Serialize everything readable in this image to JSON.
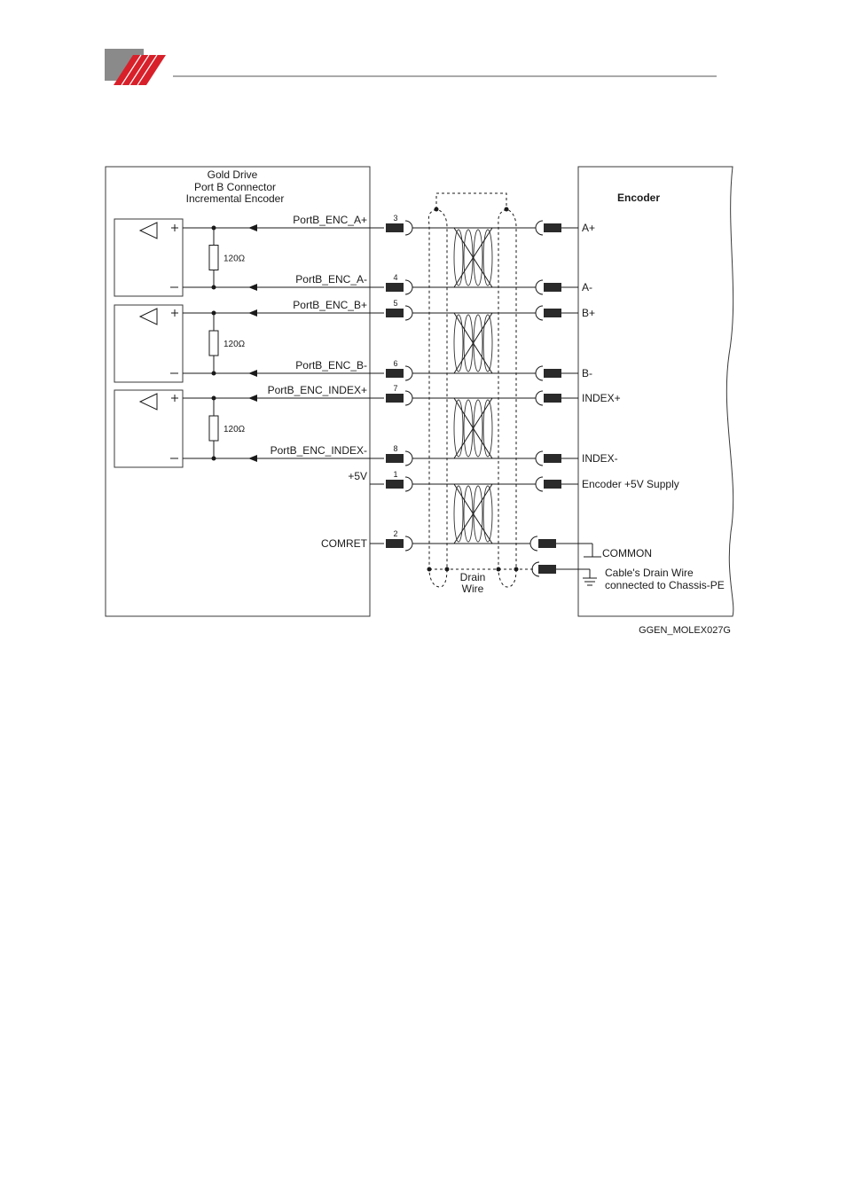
{
  "colors": {
    "logo_red": "#d8202a",
    "logo_gray": "#8a8a8a",
    "line": "#1a1a1a",
    "plug": "#2a2a2a"
  },
  "drive": {
    "title_lines": [
      "Gold Drive",
      "Port B Connector",
      "Incremental Encoder"
    ]
  },
  "encoder": {
    "title": "Encoder"
  },
  "channels": [
    {
      "resistor": "120Ω",
      "pos": {
        "signal": "PortB_ENC_A+",
        "pin": "3",
        "encoder_label": "A+"
      },
      "neg": {
        "signal": "PortB_ENC_A-",
        "pin": "4",
        "encoder_label": "A-"
      }
    },
    {
      "resistor": "120Ω",
      "pos": {
        "signal": "PortB_ENC_B+",
        "pin": "5",
        "encoder_label": "B+"
      },
      "neg": {
        "signal": "PortB_ENC_B-",
        "pin": "6",
        "encoder_label": "B-"
      }
    },
    {
      "resistor": "120Ω",
      "pos": {
        "signal": "PortB_ENC_INDEX+",
        "pin": "7",
        "encoder_label": "INDEX+"
      },
      "neg": {
        "signal": "PortB_ENC_INDEX-",
        "pin": "8",
        "encoder_label": "INDEX-"
      }
    }
  ],
  "power": {
    "supply": {
      "signal": "+5V",
      "pin": "1",
      "encoder_label": "Encoder +5V Supply"
    },
    "ret": {
      "signal": "COMRET",
      "pin": "2",
      "encoder_label": "COMMON"
    }
  },
  "drain": {
    "label_lines": [
      "Drain",
      "Wire"
    ],
    "note_lines": [
      "Cable's Drain Wire",
      "connected to Chassis-PE"
    ]
  },
  "figure_id": "GGEN_MOLEX027G"
}
